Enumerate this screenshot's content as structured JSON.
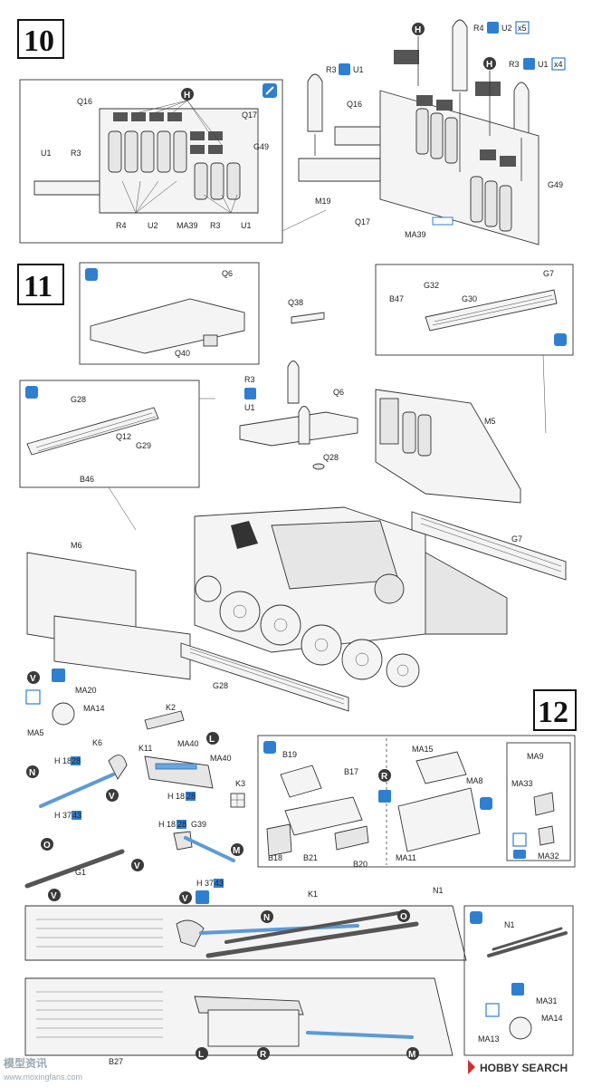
{
  "steps": {
    "s10": "10",
    "s11": "11",
    "s12": "12"
  },
  "icons": {
    "H": "H",
    "N": "N",
    "O": "O",
    "V": "V",
    "M": "M",
    "L": "L",
    "R": "R"
  },
  "step10": {
    "r4u2": "R4",
    "u2": "U2",
    "x5": "x5",
    "r3u1_a": "R3",
    "u1_a": "U1",
    "r3u1_b": "R3",
    "u1_b": "U1",
    "x4": "x4",
    "q16_a": "Q16",
    "q16_b": "Q16",
    "q17_a": "Q17",
    "q17_b": "Q17",
    "g49_a": "G49",
    "g49_b": "G49",
    "m19": "M19",
    "ma39_a": "MA39",
    "ma39_b": "MA39",
    "u1_c": "U1",
    "r3_c": "R3",
    "r4_d": "R4",
    "u2_d": "U2",
    "r3_e": "R3",
    "u1_e": "U1"
  },
  "step11": {
    "q6_a": "Q6",
    "q6_b": "Q6",
    "q38": "Q38",
    "q40": "Q40",
    "r3": "R3",
    "u1": "U1",
    "q28": "Q28",
    "m5": "M5",
    "g7_a": "G7",
    "g7_b": "G7",
    "b47": "B47",
    "g32": "G32",
    "g30": "G30",
    "g28_a": "G28",
    "g28_b": "G28",
    "q12": "Q12",
    "g29": "G29",
    "b46": "B46",
    "m6": "M6"
  },
  "step12": {
    "ma20": "MA20",
    "ma14_a": "MA14",
    "ma5": "MA5",
    "k2": "K2",
    "k6": "K6",
    "k11": "K11",
    "ma40_a": "MA40",
    "ma40_b": "MA40",
    "k3": "K3",
    "h18_a": "H",
    "n18_a": "18",
    "n28_a": "28",
    "h37_a": "H",
    "n37_a": "37",
    "n43_a": "43",
    "h18_b": "H",
    "n18_b": "18",
    "n28_b": "28",
    "h18_c": "H",
    "n18_c": "18",
    "n28_c": "28",
    "g39": "G39",
    "h37_b": "H",
    "n37_b": "37",
    "n43_b": "43",
    "g1": "G1",
    "b19": "B19",
    "b17": "B17",
    "b18": "B18",
    "b21": "B21",
    "b20": "B20",
    "ma15": "MA15",
    "ma8": "MA8",
    "ma11": "MA11",
    "ma9": "MA9",
    "ma33": "MA33",
    "ma32": "MA32",
    "k1": "K1",
    "n1_a": "N1",
    "n1_b": "N1",
    "b27": "B27",
    "ma31": "MA31",
    "ma14_b": "MA14",
    "ma13": "MA13"
  },
  "watermark": {
    "left_cn": "模型资讯",
    "left_url": "www.moxingfans.com",
    "right": "HOBBY SEARCH"
  }
}
